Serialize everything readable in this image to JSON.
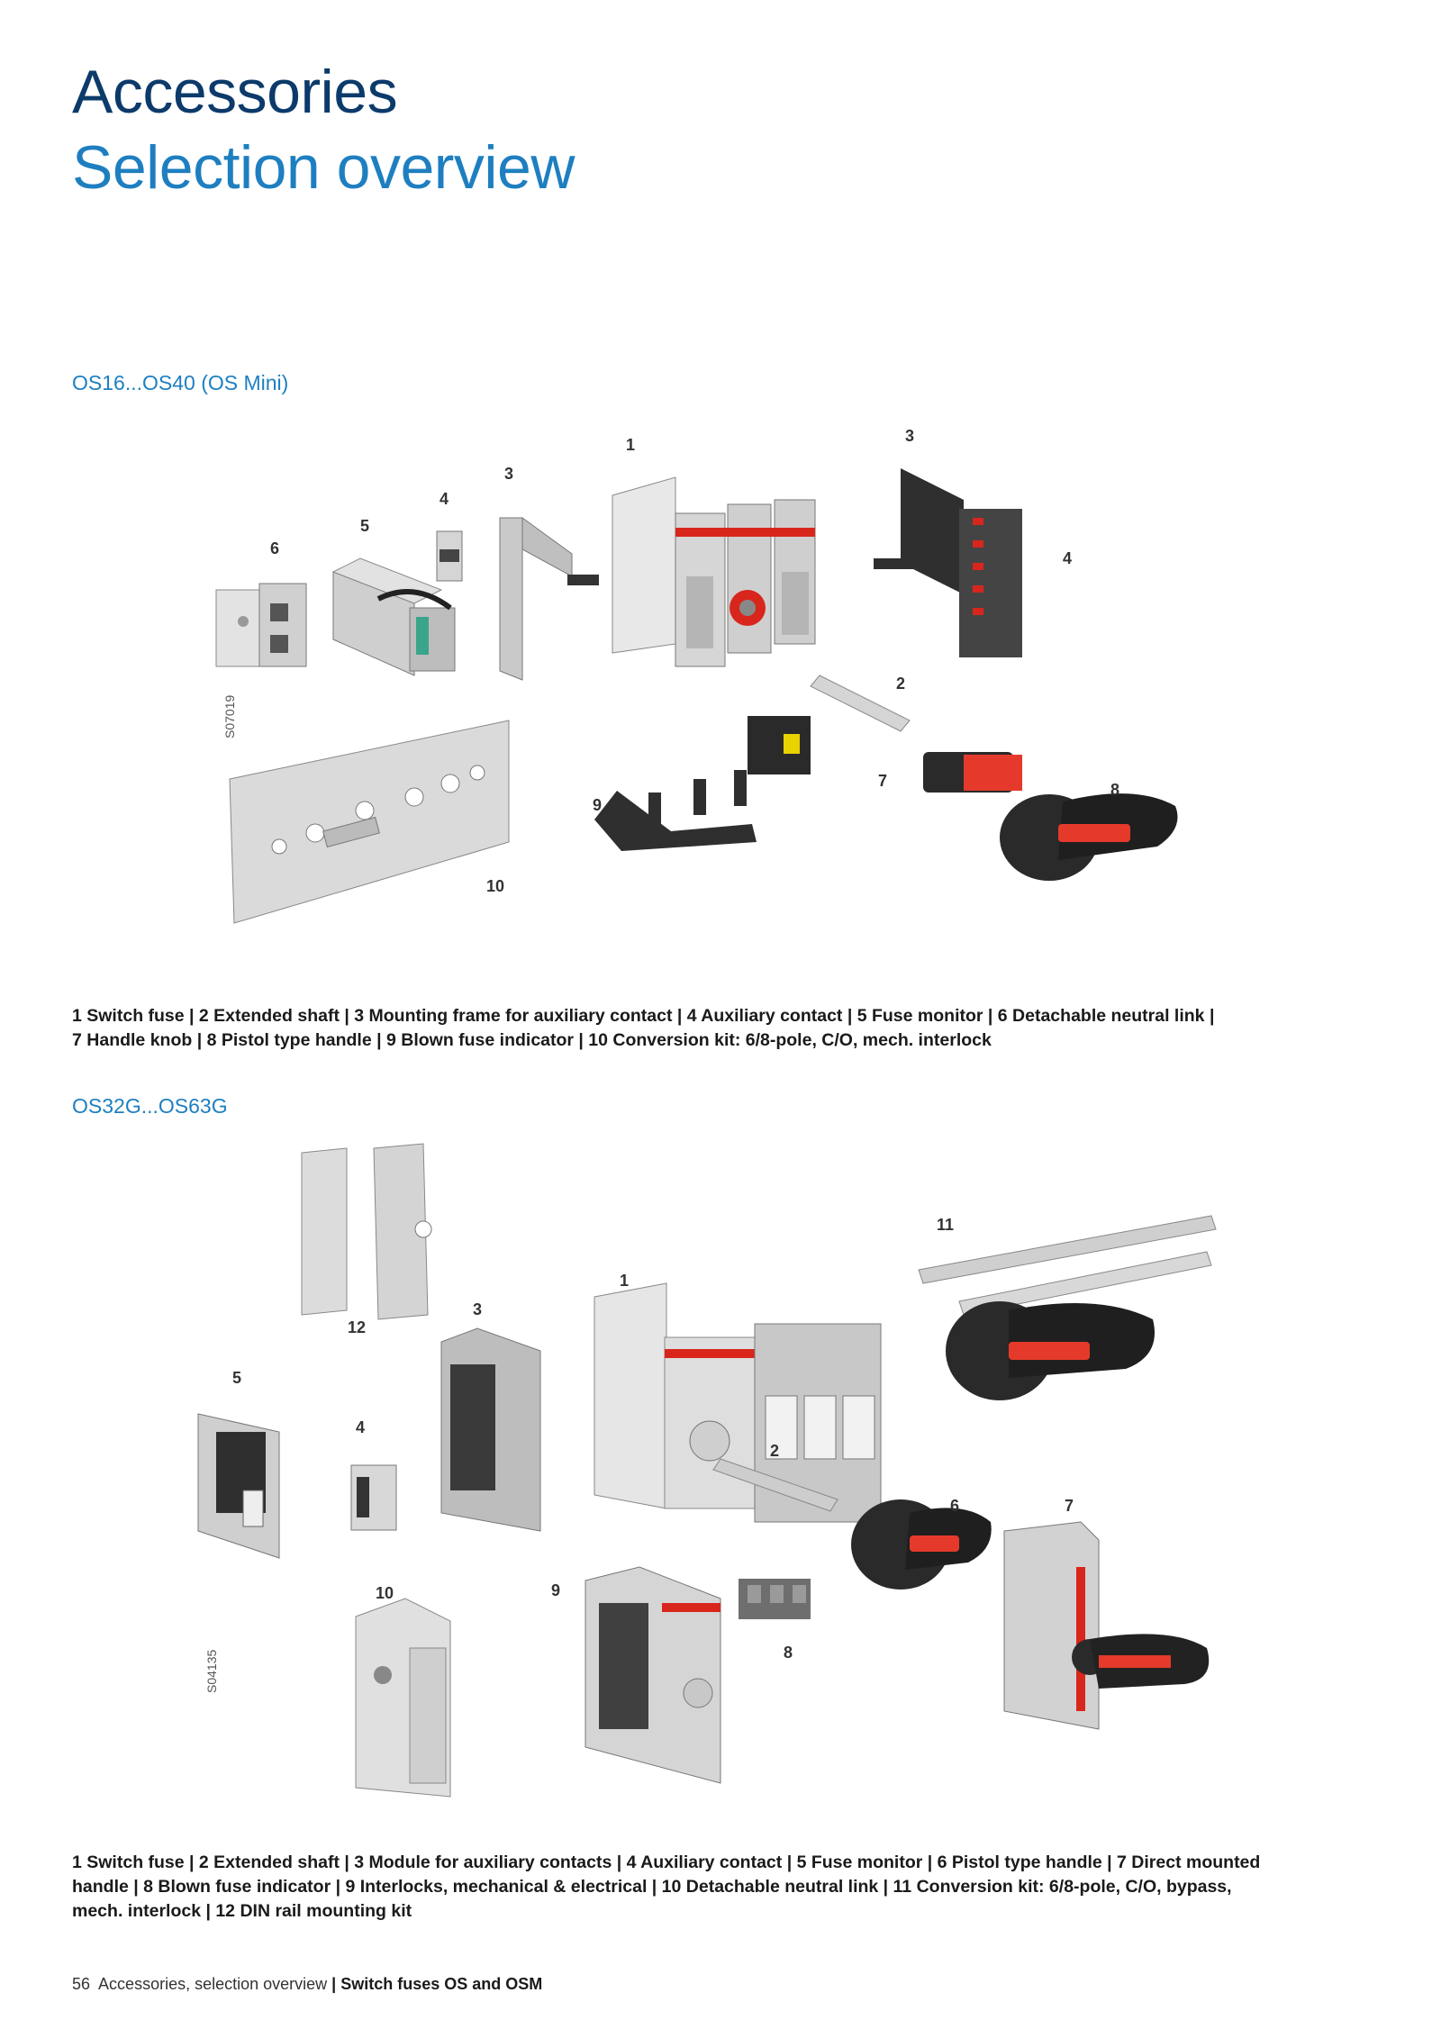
{
  "header": {
    "title_line1": "Accessories",
    "title_line2": "Selection overview"
  },
  "section1": {
    "title": "OS16...OS40 (OS Mini)",
    "image_code": "S07019",
    "callouts": [
      "1",
      "2",
      "3",
      "3",
      "4",
      "4",
      "5",
      "6",
      "7",
      "8",
      "9",
      "10"
    ],
    "caption_line1": "1 Switch fuse | 2 Extended shaft | 3 Mounting frame for auxiliary contact | 4 Auxiliary contact | 5 Fuse monitor | 6 Detachable neutral link |",
    "caption_line2": "7 Handle knob | 8 Pistol type handle | 9 Blown fuse indicator | 10 Conversion kit: 6/8-pole, C/O, mech. interlock"
  },
  "section2": {
    "title": "OS32G...OS63G",
    "image_code": "S04135",
    "callouts": [
      "1",
      "2",
      "3",
      "4",
      "5",
      "6",
      "7",
      "8",
      "9",
      "10",
      "11",
      "12"
    ],
    "caption_line1": "1 Switch fuse | 2 Extended shaft | 3 Module for auxiliary contacts | 4 Auxiliary contact | 5 Fuse monitor | 6 Pistol type handle | 7 Direct mounted",
    "caption_line2": "handle | 8 Blown fuse indicator | 9 Interlocks, mechanical & electrical | 10 Detachable neutral link | 11 Conversion kit: 6/8-pole, C/O, bypass,",
    "caption_line3": "mech. interlock | 12 DIN rail mounting kit"
  },
  "footer": {
    "page_number": "56",
    "section_text": "Accessories, selection overview",
    "separator": "|",
    "product_text": "Switch fuses OS and OSM"
  },
  "colors": {
    "title_dark": "#0c3a6b",
    "title_blue": "#1e7fc0",
    "abb_red": "#d9261c",
    "device_grey": "#c9c9c9",
    "handle_black": "#2a2a2a"
  }
}
